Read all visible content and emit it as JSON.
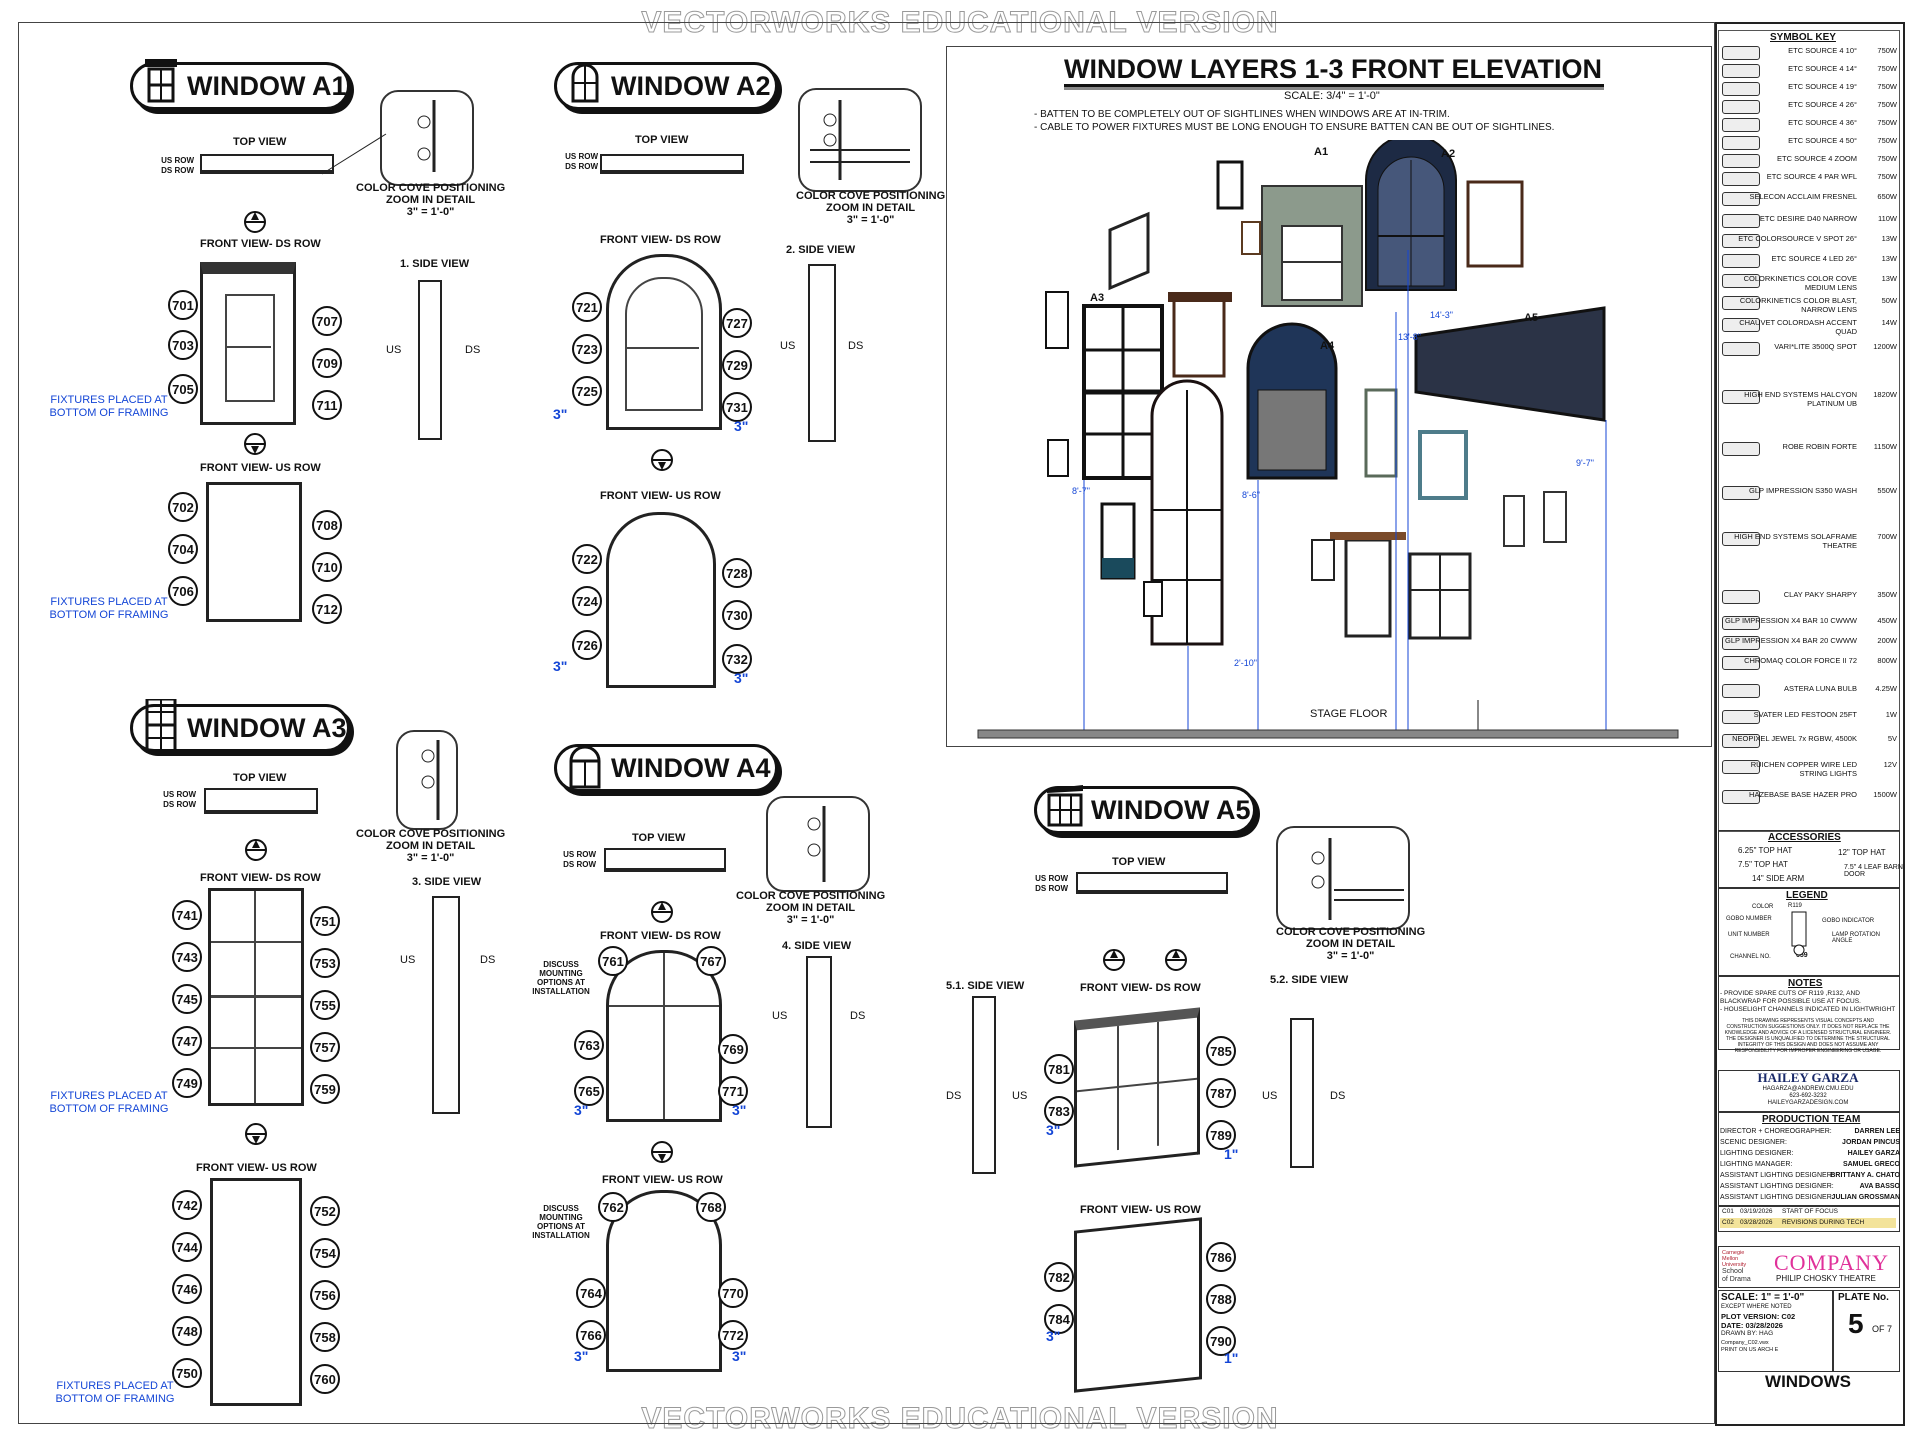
{
  "watermark": "VECTORWORKS EDUCATIONAL VERSION",
  "colors": {
    "annotation_blue": "#1446d6",
    "accent_pink": "#e0319a",
    "line": "#111111"
  },
  "windows": {
    "a1": {
      "title": "WINDOW A1",
      "top_view": "TOP VIEW",
      "us_row": "US ROW",
      "ds_row": "DS ROW",
      "zoom_caption": [
        "COLOR COVE POSITIONING",
        "ZOOM IN DETAIL",
        "3\" = 1'-0\""
      ],
      "front_ds": "FRONT VIEW- DS ROW",
      "front_us": "FRONT VIEW- US ROW",
      "side_view": "1. SIDE VIEW",
      "us": "US",
      "ds": "DS",
      "fixtures_note": [
        "FIXTURES PLACED AT",
        "BOTTOM OF FRAMING"
      ],
      "ds_left": [
        "701",
        "703",
        "705"
      ],
      "ds_right": [
        "707",
        "709",
        "711"
      ],
      "us_left": [
        "702",
        "704",
        "706"
      ],
      "us_right": [
        "708",
        "710",
        "712"
      ]
    },
    "a2": {
      "title": "WINDOW A2",
      "top_view": "TOP VIEW",
      "us_row": "US ROW",
      "ds_row": "DS ROW",
      "zoom_caption": [
        "COLOR COVE POSITIONING",
        "ZOOM IN DETAIL",
        "3\" = 1'-0\""
      ],
      "front_ds": "FRONT VIEW- DS ROW",
      "front_us": "FRONT VIEW- US ROW",
      "side_view": "2. SIDE VIEW",
      "us": "US",
      "ds": "DS",
      "dim": "3\"",
      "ds_left": [
        "721",
        "723",
        "725"
      ],
      "ds_right": [
        "727",
        "729",
        "731"
      ],
      "us_left": [
        "722",
        "724",
        "726"
      ],
      "us_right": [
        "728",
        "730",
        "732"
      ]
    },
    "a3": {
      "title": "WINDOW A3",
      "top_view": "TOP VIEW",
      "us_row": "US ROW",
      "ds_row": "DS ROW",
      "zoom_caption": [
        "COLOR COVE POSITIONING",
        "ZOOM IN DETAIL",
        "3\" = 1'-0\""
      ],
      "front_ds": "FRONT VIEW- DS ROW",
      "front_us": "FRONT VIEW- US ROW",
      "side_view": "3. SIDE VIEW",
      "us": "US",
      "ds": "DS",
      "fixtures_note": [
        "FIXTURES PLACED AT",
        "BOTTOM OF FRAMING"
      ],
      "ds_left": [
        "741",
        "743",
        "745",
        "747",
        "749"
      ],
      "ds_right": [
        "751",
        "753",
        "755",
        "757",
        "759"
      ],
      "us_left": [
        "742",
        "744",
        "746",
        "748",
        "750"
      ],
      "us_right": [
        "752",
        "754",
        "756",
        "758",
        "760"
      ]
    },
    "a4": {
      "title": "WINDOW A4",
      "top_view": "TOP VIEW",
      "us_row": "US ROW",
      "ds_row": "DS ROW",
      "zoom_caption": [
        "COLOR COVE POSITIONING",
        "ZOOM IN DETAIL",
        "3\" = 1'-0\""
      ],
      "front_ds": "FRONT VIEW- DS ROW",
      "front_us": "FRONT VIEW- US ROW",
      "side_view": "4. SIDE VIEW",
      "us": "US",
      "ds": "DS",
      "dim": "3\"",
      "discuss_note": [
        "DISCUSS",
        "MOUNTING",
        "OPTIONS AT",
        "INSTALLATION"
      ],
      "ds_top": [
        "761",
        "767"
      ],
      "ds_left": [
        "763",
        "765"
      ],
      "ds_right": [
        "769",
        "771"
      ],
      "us_top": [
        "762",
        "768"
      ],
      "us_left": [
        "764",
        "766"
      ],
      "us_right": [
        "770",
        "772"
      ]
    },
    "a5": {
      "title": "WINDOW A5",
      "top_view": "TOP VIEW",
      "us_row": "US ROW",
      "ds_row": "DS ROW",
      "zoom_caption": [
        "COLOR COVE POSITIONING",
        "ZOOM IN DETAIL",
        "3\" = 1'-0\""
      ],
      "front_ds": "FRONT VIEW- DS ROW",
      "front_us": "FRONT VIEW- US ROW",
      "side_view_1": "5.1. SIDE VIEW",
      "side_view_2": "5.2. SIDE VIEW",
      "us": "US",
      "ds": "DS",
      "dim": "3\"",
      "dim_right": "1\"",
      "ds_left": [
        "781",
        "783"
      ],
      "ds_right": [
        "785",
        "787",
        "789"
      ],
      "us_left": [
        "782",
        "784"
      ],
      "us_right": [
        "786",
        "788",
        "790"
      ]
    }
  },
  "elevation": {
    "title": "WINDOW LAYERS 1-3 FRONT ELEVATION",
    "scale": "SCALE: 3/4\" = 1'-0\"",
    "notes": [
      "- BATTEN TO BE COMPLETELY OUT OF SIGHTLINES WHEN WINDOWS ARE AT IN-TRIM.",
      "- CABLE TO POWER FIXTURES MUST BE LONG ENOUGH TO ENSURE BATTEN CAN BE OUT OF SIGHTLINES."
    ],
    "labels": [
      "A1",
      "A2",
      "A3",
      "A4",
      "A5"
    ],
    "dims": [
      "13'-8\"",
      "14'-3\"",
      "8'-7\"",
      "8'-6\"",
      "9'-7\"",
      "2'-10\""
    ],
    "stage_floor": "STAGE FLOOR"
  },
  "symbol_key": {
    "title": "SYMBOL KEY",
    "items": [
      {
        "name": "ETC SOURCE 4 10°",
        "watt": "750W"
      },
      {
        "name": "ETC SOURCE 4 14°",
        "watt": "750W"
      },
      {
        "name": "ETC SOURCE 4 19°",
        "watt": "750W"
      },
      {
        "name": "ETC SOURCE 4 26°",
        "watt": "750W"
      },
      {
        "name": "ETC SOURCE 4 36°",
        "watt": "750W"
      },
      {
        "name": "ETC SOURCE 4 50°",
        "watt": "750W"
      },
      {
        "name": "ETC SOURCE 4 ZOOM",
        "watt": "750W"
      },
      {
        "name": "ETC SOURCE 4 PAR WFL",
        "watt": "750W"
      },
      {
        "name": "SELECON ACCLAIM FRESNEL",
        "watt": "650W"
      },
      {
        "name": "ETC DESIRE D40 NARROW",
        "watt": "110W"
      },
      {
        "name": "ETC COLORSOURCE V SPOT 26°",
        "watt": "13W"
      },
      {
        "name": "ETC SOURCE 4 LED 26°",
        "watt": "13W"
      },
      {
        "name": "COLORKINETICS COLOR COVE MEDIUM LENS",
        "watt": "13W"
      },
      {
        "name": "COLORKINETICS COLOR BLAST, NARROW LENS",
        "watt": "50W"
      },
      {
        "name": "CHAUVET COLORDASH ACCENT QUAD",
        "watt": "14W"
      },
      {
        "name": "VARI*LITE 3500Q SPOT",
        "watt": "1200W"
      },
      {
        "name": "HIGH END SYSTEMS HALCYON PLATINUM UB",
        "watt": "1820W"
      },
      {
        "name": "ROBE ROBIN FORTE",
        "watt": "1150W"
      },
      {
        "name": "GLP IMPRESSION S350 WASH",
        "watt": "550W"
      },
      {
        "name": "HIGH END SYSTEMS SOLAFRAME THEATRE",
        "watt": "700W"
      },
      {
        "name": "CLAY PAKY SHARPY",
        "watt": "350W"
      },
      {
        "name": "GLP IMPRESSION X4 BAR 10 CWWW",
        "watt": "450W"
      },
      {
        "name": "GLP IMPRESSION X4 BAR 20 CWWW",
        "watt": "200W"
      },
      {
        "name": "CHROMAQ COLOR FORCE II 72",
        "watt": "800W"
      },
      {
        "name": "ASTERA LUNA BULB",
        "watt": "4.25W"
      },
      {
        "name": "SVATER LED FESTOON 25FT",
        "watt": "1W"
      },
      {
        "name": "NEOPIXEL JEWEL 7x RGBW, 4500K",
        "watt": "5V"
      },
      {
        "name": "RUICHEN COPPER WIRE LED STRING LIGHTS",
        "watt": "12V"
      },
      {
        "name": "HAZEBASE BASE HAZER PRO",
        "watt": "1500W"
      }
    ]
  },
  "accessories": {
    "title": "ACCESSORIES",
    "items": [
      "6.25\" TOP HAT",
      "12\" TOP HAT",
      "7.5\" TOP HAT",
      "7.5\" 4 LEAF BARN DOOR",
      "14\" SIDE ARM"
    ]
  },
  "legend": {
    "title": "LEGEND",
    "items": [
      "COLOR",
      "GOBO NUMBER",
      "GOBO INDICATOR",
      "UNIT NUMBER",
      "LAMP ROTATION ANGLE",
      "CHANNEL NO."
    ],
    "sample_color": "R119",
    "sample_channel": "659"
  },
  "notes": {
    "title": "NOTES",
    "items": [
      "- PROVIDE SPARE CUTS OF R119 ,R132, AND BLACKWRAP FOR POSSIBLE USE AT FOCUS.",
      "- HOUSELIGHT CHANNELS INDICATED IN LIGHTWRIGHT"
    ],
    "disclaimer": "THIS DRAWING REPRESENTS VISUAL CONCEPTS AND CONSTRUCTION SUGGESTIONS ONLY. IT DOES NOT REPLACE THE KNOWLEDGE AND ADVICE OF A LICENSED STRUCTURAL ENGINEER. THE DESIGNER IS UNQUALIFIED TO DETERMINE THE STRUCTURAL INTEGRITY OF THIS DESIGN AND DOES NOT ASSUME ANY RESPONSIBILITY FOR IMPROPER ENGINEERING OR USAGE."
  },
  "designer": {
    "name": "HAILEY GARZA",
    "email": "HAGARZA@ANDREW.CMU.EDU",
    "phone": "623-692-3232",
    "site": "HAILEYGARZADESIGN.COM"
  },
  "production_team": {
    "title": "PRODUCTION TEAM",
    "rows": [
      {
        "role": "DIRECTOR + CHOREOGRAPHER:",
        "name": "DARREN LEE"
      },
      {
        "role": "SCENIC DESIGNER:",
        "name": "JORDAN PINCUS"
      },
      {
        "role": "LIGHTING DESIGNER:",
        "name": "HAILEY GARZA"
      },
      {
        "role": "LIGHTING MANAGER:",
        "name": "SAMUEL GRECO"
      },
      {
        "role": "ASSISTANT LIGHTING DESIGNER:",
        "name": "BRITTANY A. CHATO"
      },
      {
        "role": "ASSISTANT LIGHTING DESIGNER:",
        "name": "AVA BASSO"
      },
      {
        "role": "ASSISTANT LIGHTING DESIGNER:",
        "name": "JULIAN GROSSMAN"
      }
    ]
  },
  "revisions": [
    {
      "id": "C01",
      "date": "03/19/2026",
      "desc": "START OF FOCUS"
    },
    {
      "id": "C02",
      "date": "03/28/2026",
      "desc": "REVISIONS DURING TECH"
    }
  ],
  "show": {
    "school": [
      "Carnegie",
      "Mellon",
      "University",
      "School",
      "of Drama"
    ],
    "title": "COMPANY",
    "venue": "PHILIP CHOSKY THEATRE"
  },
  "plate": {
    "scale": "SCALE: 1\" = 1'-0\"",
    "scale_sub": "EXCEPT WHERE NOTED",
    "plot_version": "PLOT VERSION: C02",
    "date": "DATE: 03/28/2026",
    "drawn_by": "DRAWN BY:     HAG",
    "file": "Company_C02.vwx",
    "print": "PRINT ON US ARCH E",
    "plate_label": "PLATE No.",
    "plate_no": "5",
    "of": "OF 7",
    "sheet": "WINDOWS"
  }
}
